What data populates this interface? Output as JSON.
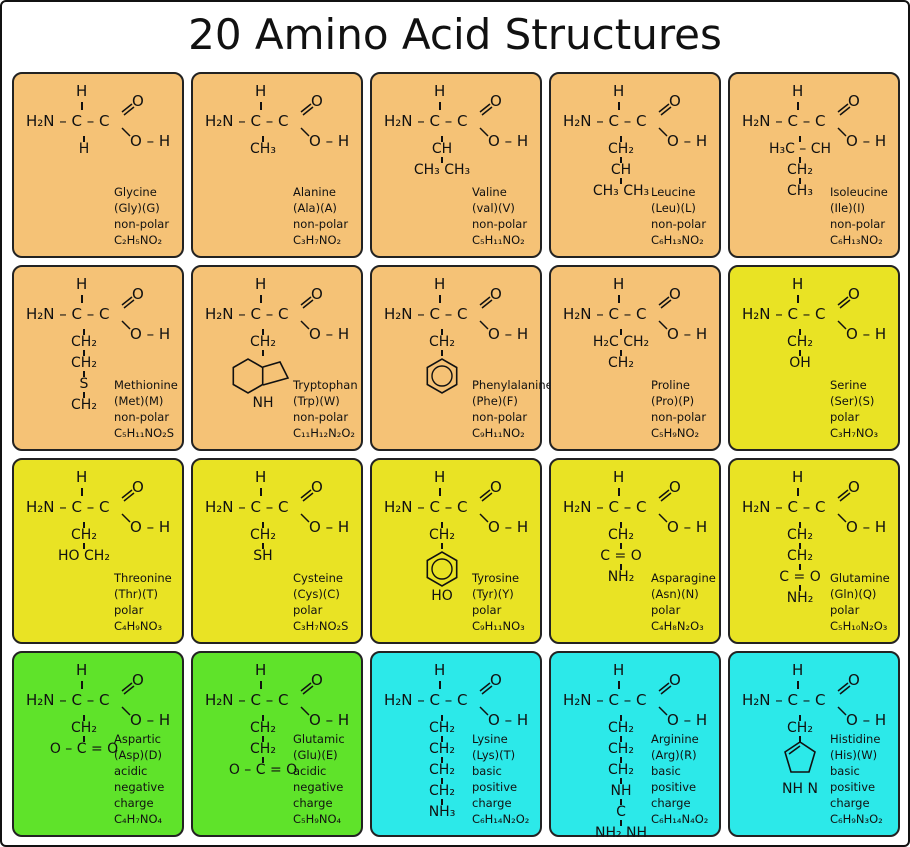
{
  "title": "20 Amino Acid Structures",
  "colors": {
    "nonpolar": "#F5C276",
    "polar": "#E9E324",
    "acidic": "#5FE32A",
    "basic": "#2CE9E9"
  },
  "backbone": {
    "h": "H",
    "amine": "H₂N – C – C",
    "carbonyl_o": "O",
    "hydroxyl": "O – H"
  },
  "cards": [
    {
      "type": "nonpolar",
      "side": [
        "H"
      ],
      "label": [
        "Glycine",
        "(Gly)(G)",
        "non-polar",
        "C₂H₅NO₂"
      ]
    },
    {
      "type": "nonpolar",
      "side": [
        "CH₃"
      ],
      "label": [
        "Alanine",
        "(Ala)(A)",
        "non-polar",
        "C₃H₇NO₂"
      ]
    },
    {
      "type": "nonpolar",
      "side": [
        "CH",
        "CH₃   CH₃"
      ],
      "label": [
        "Valine",
        "(val)(V)",
        "non-polar",
        "C₅H₁₁NO₂"
      ]
    },
    {
      "type": "nonpolar",
      "side": [
        "CH₂",
        "CH",
        "CH₃   CH₃"
      ],
      "label": [
        "Leucine",
        "(Leu)(L)",
        "non-polar",
        "C₆H₁₃NO₂"
      ]
    },
    {
      "type": "nonpolar",
      "side": [
        "H₃C – CH",
        "CH₂",
        "CH₃"
      ],
      "label": [
        "Isoleucine",
        "(Ile)(I)",
        "non-polar",
        "C₆H₁₃NO₂"
      ]
    },
    {
      "type": "nonpolar",
      "side": [
        "CH₂",
        "CH₂",
        "S",
        "CH₂"
      ],
      "label": [
        "Methionine",
        "(Met)(M)",
        "non-polar",
        "C₅H₁₁NO₂S"
      ]
    },
    {
      "type": "nonpolar",
      "side": [
        "CH₂"
      ],
      "ring": "indole",
      "ring_text": "NH",
      "label": [
        "Tryptophan",
        "(Trp)(W)",
        "non-polar",
        "C₁₁H₁₂N₂O₂"
      ]
    },
    {
      "type": "nonpolar",
      "side": [
        "CH₂"
      ],
      "ring": "benzene",
      "label": [
        "Phenylalanine",
        "(Phe)(F)",
        "non-polar",
        "C₉H₁₁NO₂"
      ]
    },
    {
      "type": "nonpolar",
      "side": [
        "H₂C   CH₂",
        "CH₂"
      ],
      "label": [
        "Proline",
        "(Pro)(P)",
        "non-polar",
        "C₅H₉NO₂"
      ]
    },
    {
      "type": "polar",
      "side": [
        "CH₂",
        "OH"
      ],
      "label": [
        "Serine",
        "(Ser)(S)",
        "polar",
        "C₃H₇NO₃"
      ]
    },
    {
      "type": "polar",
      "side": [
        "CH₂",
        "HO    CH₂"
      ],
      "label": [
        "Threonine",
        "(Thr)(T)",
        "polar",
        "C₄H₉NO₃"
      ]
    },
    {
      "type": "polar",
      "side": [
        "CH₂",
        "SH"
      ],
      "label": [
        "Cysteine",
        "(Cys)(C)",
        "polar",
        "C₃H₇NO₂S"
      ]
    },
    {
      "type": "polar",
      "side": [
        "CH₂"
      ],
      "ring": "benzene",
      "ring_text": "HO",
      "label": [
        "Tyrosine",
        "(Tyr)(Y)",
        "polar",
        "C₉H₁₁NO₃"
      ]
    },
    {
      "type": "polar",
      "side": [
        "CH₂",
        "C = O",
        "NH₂"
      ],
      "label": [
        "Asparagine",
        "(Asn)(N)",
        "polar",
        "C₄H₈N₂O₃"
      ]
    },
    {
      "type": "polar",
      "side": [
        "CH₂",
        "CH₂",
        "C = O",
        "NH₂"
      ],
      "label": [
        "Glutamine",
        "(Gln)(Q)",
        "polar",
        "C₅H₁₀N₂O₃"
      ]
    },
    {
      "type": "acidic",
      "side": [
        "CH₂",
        "O – C = O"
      ],
      "label": [
        "Aspartic",
        "(Asp)(D)",
        "acidic",
        "negative",
        "charge",
        "C₄H₇NO₄"
      ]
    },
    {
      "type": "acidic",
      "side": [
        "CH₂",
        "CH₂",
        "O – C = O"
      ],
      "label": [
        "Glutamic",
        "(Glu)(E)",
        "acidic",
        "negative",
        "charge",
        "C₅H₉NO₄"
      ]
    },
    {
      "type": "basic",
      "side": [
        "CH₂",
        "CH₂",
        "CH₂",
        "CH₂",
        "NH₃"
      ],
      "label": [
        "Lysine",
        "(Lys)(T)",
        "basic",
        "positive",
        "charge",
        "C₆H₁₄N₂O₂"
      ]
    },
    {
      "type": "basic",
      "side": [
        "CH₂",
        "CH₂",
        "CH₂",
        "NH",
        "C",
        "NH₂   NH"
      ],
      "label": [
        "Arginine",
        "(Arg)(R)",
        "basic",
        "positive",
        "charge",
        "C₆H₁₄N₄O₂"
      ]
    },
    {
      "type": "basic",
      "side": [
        "CH₂"
      ],
      "ring": "imidazole",
      "ring_text": "NH  N",
      "label": [
        "Histidine",
        "(His)(W)",
        "basic",
        "positive",
        "charge",
        "C₆H₉N₃O₂"
      ]
    }
  ]
}
